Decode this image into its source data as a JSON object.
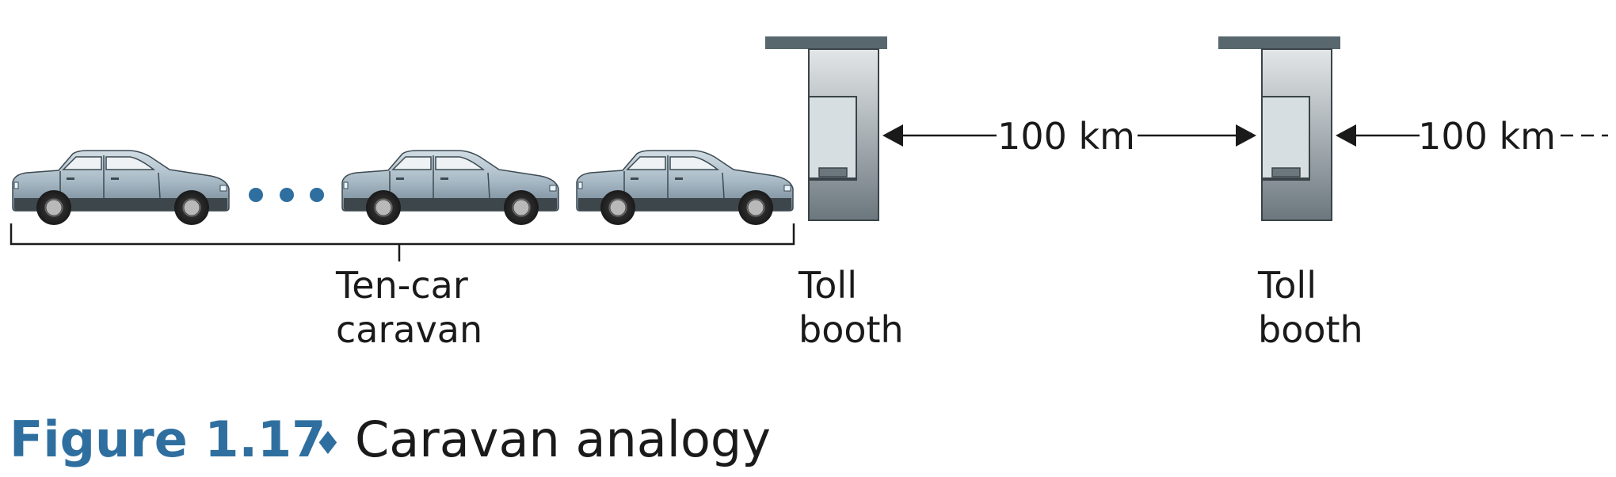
{
  "diagram": {
    "caravan_label_line1": "Ten-car",
    "caravan_label_line2": "caravan",
    "booth1_label_line1": "Toll",
    "booth1_label_line2": "booth",
    "booth2_label_line1": "Toll",
    "booth2_label_line2": "booth",
    "distance1": "100 km",
    "distance2": "100 km"
  },
  "caption": {
    "number": "Figure 1.17",
    "separator": "♦",
    "title": "Caravan analogy"
  },
  "colors": {
    "car_body": "#9fb3c0",
    "booth_roof": "#57676d",
    "booth_top": "#d9dddf",
    "booth_bottom": "#6e7a80",
    "dots": "#2f6f9f",
    "caption_accent": "#2f6f9f"
  }
}
